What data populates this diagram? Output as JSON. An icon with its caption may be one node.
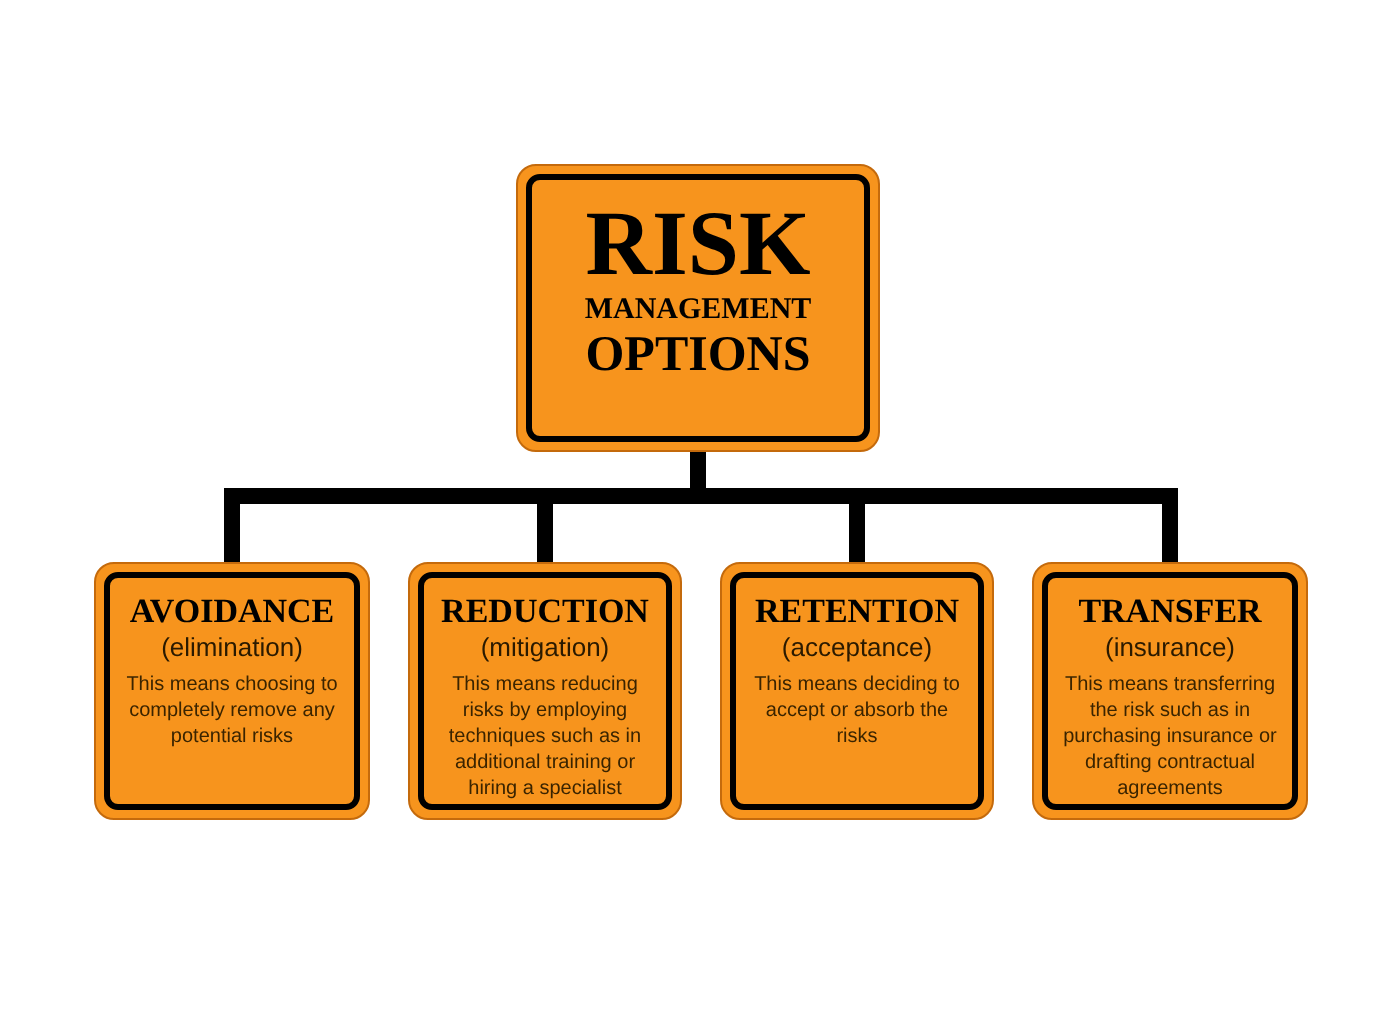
{
  "diagram": {
    "nodes": [
      {
        "text": [
          "RISK",
          "MANAGEMENT",
          "OPTIONS"
        ]
      },
      {
        "text": [
          "AVOIDANCE",
          "(elimination)",
          "This means choosing to completely remove any potential risks"
        ]
      },
      {
        "text": [
          "REDUCTION",
          "(mitigation)",
          "This means reducing risks by employing techniques such as in additional training or hiring a specialist"
        ]
      },
      {
        "text": [
          "RETENTION",
          "(acceptance)",
          "This means deciding to accept or absorb the risks"
        ]
      },
      {
        "text": [
          "TRANSFER",
          "(insurance)",
          "This means transferring the risk such as in purchasing insurance or drafting contractual agreements"
        ]
      }
    ],
    "edges": [
      {
        "from": 0,
        "to": 1,
        "arrow": "none"
      },
      {
        "from": 0,
        "to": 2,
        "arrow": "none"
      },
      {
        "from": 0,
        "to": 3,
        "arrow": "none"
      },
      {
        "from": 0,
        "to": 4,
        "arrow": "none"
      }
    ]
  }
}
